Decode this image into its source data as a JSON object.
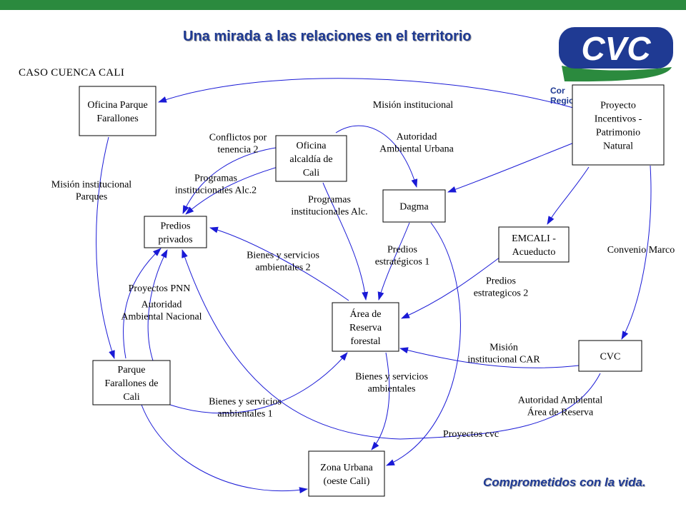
{
  "slide": {
    "title": "Una mirada a las relaciones en el territorio",
    "case_label": "CASO CUENCA CALI",
    "tagline": "Comprometidos con la vida.",
    "logo": {
      "name": "CVC",
      "subtext_lines": [
        "Cor",
        "Regio"
      ],
      "colors": {
        "blue": "#1f3a93",
        "green": "#2b8a3e"
      }
    }
  },
  "diagram": {
    "nodes": [
      {
        "id": "oficina-parque",
        "lines": [
          "Oficina Parque",
          "Farallones"
        ]
      },
      {
        "id": "oficina-alcaldia",
        "lines": [
          "Oficina",
          "alcaldía de",
          "Cali"
        ]
      },
      {
        "id": "dagma",
        "lines": [
          "Dagma"
        ]
      },
      {
        "id": "proyecto",
        "lines": [
          "Proyecto",
          "Incentivos -",
          "Patrimonio",
          "Natural"
        ]
      },
      {
        "id": "predios-privados",
        "lines": [
          "Predios",
          "privados"
        ]
      },
      {
        "id": "emcali",
        "lines": [
          "EMCALI -",
          "Acueducto"
        ]
      },
      {
        "id": "area-reserva",
        "lines": [
          "Área de",
          "Reserva",
          "forestal"
        ]
      },
      {
        "id": "parque-farallones",
        "lines": [
          "Parque",
          "Farallones de",
          "Cali"
        ]
      },
      {
        "id": "cvc",
        "lines": [
          "CVC"
        ]
      },
      {
        "id": "zona-urbana",
        "lines": [
          "Zona Urbana",
          "(oeste Cali)"
        ]
      }
    ],
    "edges": [
      {
        "from": "proyecto",
        "to": "oficina-parque",
        "label": [
          "Misión institucional"
        ]
      },
      {
        "from": "oficina-alcaldia",
        "to": "dagma",
        "label": [
          "Autoridad",
          "Ambiental Urbana"
        ]
      },
      {
        "from": "oficina-alcaldia",
        "to": "predios-privados",
        "label": [
          "Conflictos por",
          "tenencia 2"
        ]
      },
      {
        "from": "oficina-alcaldia",
        "to": "predios-privados",
        "label": [
          "Programas",
          "institucionales Alc.2"
        ]
      },
      {
        "from": "oficina-alcaldia",
        "to": "area-reserva",
        "label": [
          "Programas",
          "institucionales Alc."
        ]
      },
      {
        "from": "proyecto",
        "to": "dagma",
        "label": []
      },
      {
        "from": "proyecto",
        "to": "emcali",
        "label": []
      },
      {
        "from": "proyecto",
        "to": "cvc",
        "label": [
          "Convenio Marco"
        ]
      },
      {
        "from": "oficina-parque",
        "to": "parque-farallones",
        "label": [
          "Misión institucional",
          "Parques"
        ]
      },
      {
        "from": "dagma",
        "to": "area-reserva",
        "label": [
          "Predios",
          "estratégicos 1"
        ]
      },
      {
        "from": "area-reserva",
        "to": "predios-privados",
        "label": [
          "Bienes y servicios",
          "ambientales 2"
        ]
      },
      {
        "from": "emcali",
        "to": "area-reserva",
        "label": [
          "Predios",
          "estrategicos 2"
        ]
      },
      {
        "from": "parque-farallones",
        "to": "predios-privados",
        "label": [
          "Proyectos PNN"
        ]
      },
      {
        "from": "parque-farallones",
        "to": "predios-privados",
        "label": [
          "Autoridad",
          "Ambiental Nacional"
        ]
      },
      {
        "from": "parque-farallones",
        "to": "area-reserva",
        "label": [
          "Bienes y servicios",
          "ambientales 1"
        ]
      },
      {
        "from": "cvc",
        "to": "area-reserva",
        "label": [
          "Misión",
          "institucional CAR"
        ]
      },
      {
        "from": "area-reserva",
        "to": "zona-urbana",
        "label": [
          "Bienes y servicios",
          "ambientales"
        ]
      },
      {
        "from": "parque-farallones",
        "to": "zona-urbana",
        "label": []
      },
      {
        "from": "dagma",
        "to": "zona-urbana",
        "label": []
      },
      {
        "from": "cvc",
        "to": "predios-privados",
        "label": [
          "Proyectos cvc"
        ]
      },
      {
        "from": "cvc",
        "to": "zona-urbana",
        "label": [
          "Autoridad Ambiental",
          "Área de Reserva"
        ]
      }
    ]
  }
}
